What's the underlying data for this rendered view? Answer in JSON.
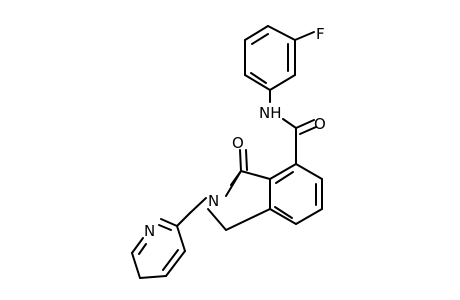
{
  "molecule": {
    "atoms": {
      "fluorine": "F",
      "amide_nitrogen": "NH",
      "carbonyl_oxygen_lactam": "O",
      "carbonyl_oxygen_amide": "O",
      "lactam_nitrogen": "N",
      "pyridine_nitrogen": "N"
    },
    "colors": {
      "bond": "#000000",
      "label": "#000000",
      "background": "#ffffff"
    }
  }
}
